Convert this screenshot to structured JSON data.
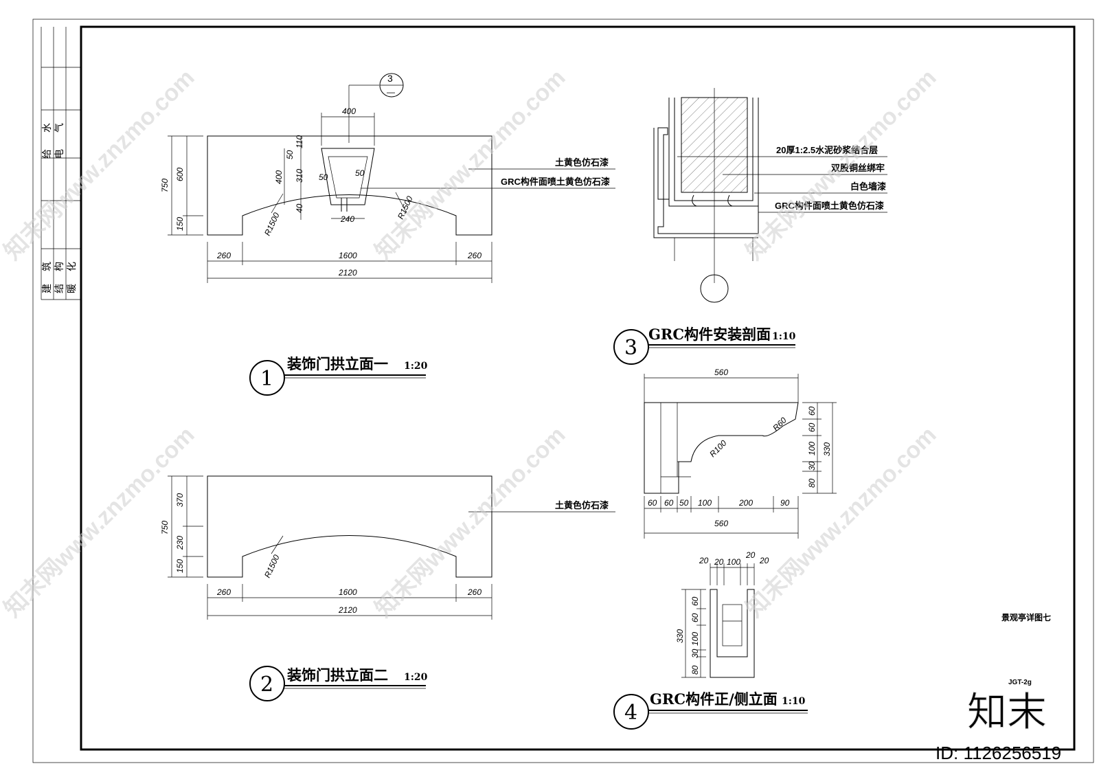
{
  "title_block": {
    "disciplines_left": [
      "建",
      "结",
      "暖"
    ],
    "disciplines_left2": [
      "筑",
      "构",
      "化"
    ],
    "disciplines_right": [
      "给",
      "电"
    ],
    "disciplines_right2": [
      "水",
      "气"
    ]
  },
  "drawing1": {
    "number": "1",
    "title": "装饰门拱立面一",
    "scale": "1:20",
    "dims": {
      "top": "400",
      "bottom_slot": "240",
      "left_a": "260",
      "mid": "1600",
      "right_a": "260",
      "total": "2120",
      "h_total": "750",
      "h_upper": "600",
      "h_lower": "150",
      "s110": "110",
      "s50": "50",
      "s400": "400",
      "s310": "310",
      "s40": "40",
      "inner_l": "50",
      "inner_r": "50",
      "radius_l": "R1500",
      "radius_r": "R1500"
    },
    "callout_top": "3",
    "callout_bottom": "—",
    "notes": [
      "土黄色仿石漆",
      "GRC构件面喷土黄色仿石漆"
    ]
  },
  "drawing2": {
    "number": "2",
    "title": "装饰门拱立面二",
    "scale": "1:20",
    "dims": {
      "left_a": "260",
      "mid": "1600",
      "right_a": "260",
      "total": "2120",
      "h_total": "750",
      "h370": "370",
      "h230": "230",
      "h150": "150",
      "radius": "R1500"
    },
    "notes": [
      "土黄色仿石漆"
    ]
  },
  "drawing3": {
    "number": "3",
    "title": "GRC构件安装剖面",
    "scale": "1:10",
    "notes": [
      "20厚1:2.5水泥砂浆结合层",
      "双股铜丝绑牢",
      "白色墙漆",
      "GRC构件面喷土黄色仿石漆"
    ]
  },
  "drawing_side": {
    "top_dim": "560",
    "bottom_dims": [
      "60",
      "60",
      "50",
      "100",
      "200",
      "90"
    ],
    "bottom_total": "560",
    "right_dims": [
      "60",
      "60",
      "100",
      "30",
      "80"
    ],
    "right_total": "330",
    "r60": "R60",
    "r100": "R100"
  },
  "drawing4": {
    "number": "4",
    "title": "GRC构件正/侧立面",
    "scale": "1:10",
    "top_dims": [
      "20",
      "20",
      "100",
      "20",
      "20"
    ],
    "left_dims": [
      "60",
      "60",
      "100",
      "30",
      "80"
    ],
    "left_total": "330"
  },
  "sheet": {
    "sheet_title": "景观亭详图七",
    "sheet_code": "JGT-2g"
  },
  "watermark": {
    "text": "知末网www.znzmo.com",
    "logo": "知末",
    "id": "ID: 1126256519"
  }
}
